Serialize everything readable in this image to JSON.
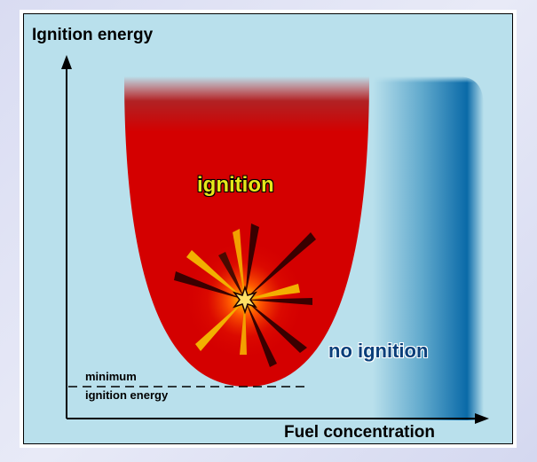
{
  "axes": {
    "y_label": "Ignition energy",
    "x_label": "Fuel concentration"
  },
  "regions": {
    "ignition": "ignition",
    "no_ignition": "no ignition"
  },
  "threshold": {
    "line1": "minimum",
    "line2": "ignition energy"
  },
  "colors": {
    "ignition_region": "#d40000",
    "background_light": "#b9e0ec",
    "background_dark": "#0a6aa8",
    "region_label": "#e6e81a",
    "no_ignition_label": "#0a3f7a"
  }
}
